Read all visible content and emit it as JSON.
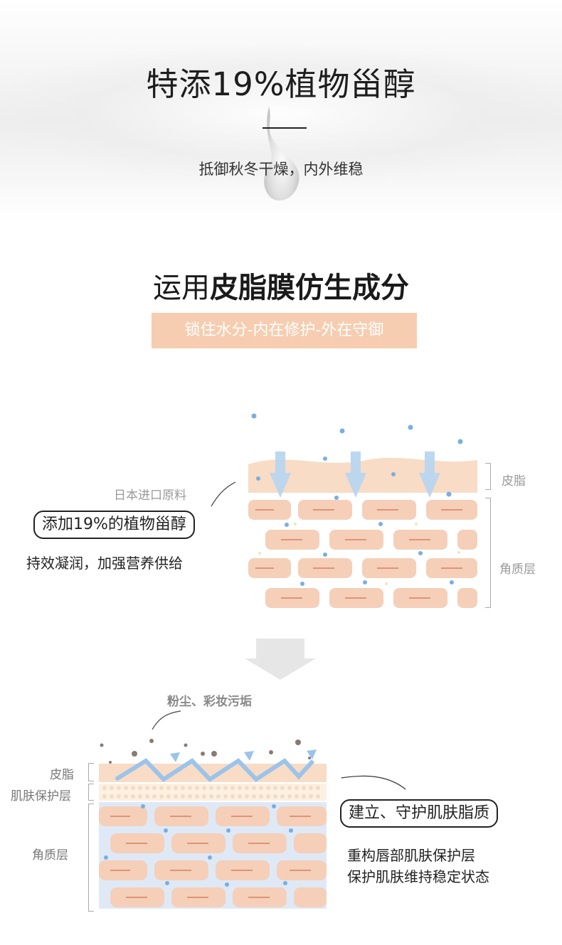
{
  "hero": {
    "title": "特添19%植物甾醇",
    "subtitle": "抵御秋冬干燥，内外维稳"
  },
  "section2": {
    "title_plain": "运用",
    "title_bold": "皮脂膜仿生成分",
    "banner": "锁住水分-内在修护-外在守御"
  },
  "diagram1": {
    "source_label": "日本进口原料",
    "pill_label": "添加19%的植物甾醇",
    "note": "持效凝润，加强营养供给",
    "layer_sebum": "皮脂",
    "layer_stratum": "角质层"
  },
  "diagram2": {
    "dust_label": "粉尘、彩妆污垢",
    "layer_sebum": "皮脂",
    "layer_barrier": "肌肤保护层",
    "layer_stratum": "角质层",
    "pill_label": "建立、守护肌肤脂质",
    "note_line1": "重构唇部肌肤保护层",
    "note_line2": "保护肌肤维持稳定状态"
  },
  "colors": {
    "banner_bg": "#f6cdb0",
    "cell_fill": "#f5cfb8",
    "cell_line": "#e0937a",
    "dot_blue": "#7aaee0",
    "arrow_blue": "#9cc3ea"
  }
}
